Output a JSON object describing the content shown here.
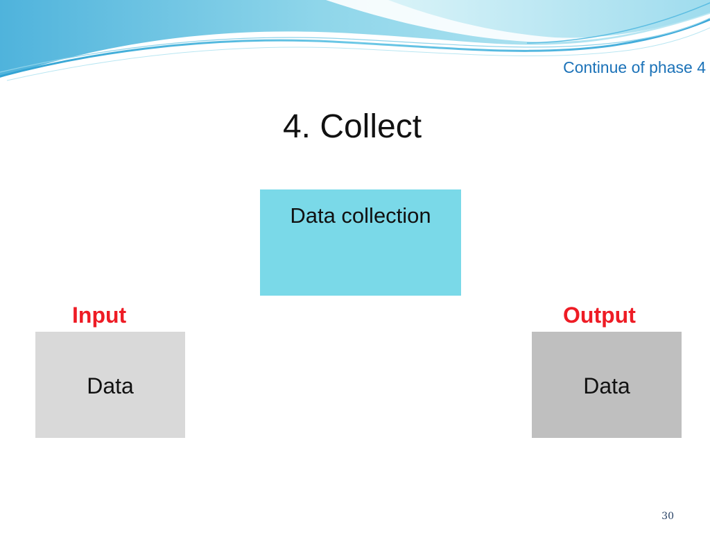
{
  "slide": {
    "subtitle": "Continue of phase 4",
    "title": "4. Collect",
    "process": {
      "label": "Data collection"
    },
    "input": {
      "heading": "Input",
      "text": "Data"
    },
    "output": {
      "heading": "Output",
      "text": "Data"
    },
    "page_number": "30"
  },
  "colors": {
    "wave_light": "#bfeaf3",
    "wave_mid": "#7fd0e6",
    "wave_dark": "#3fa9d6",
    "subtitle": "#1b72b8",
    "process_fill": "#7ad9e8",
    "io_heading": "#ee1c25",
    "input_fill": "#d9d9d9",
    "output_fill": "#bfbfbf"
  }
}
